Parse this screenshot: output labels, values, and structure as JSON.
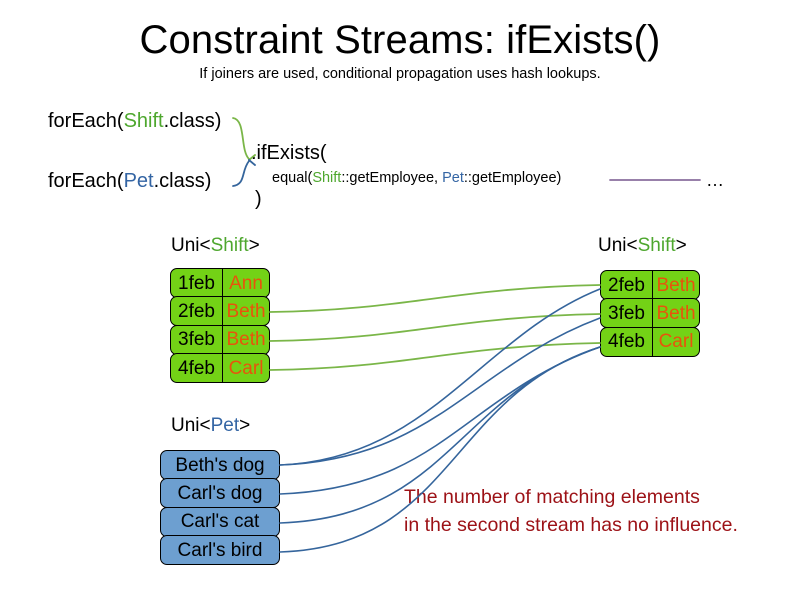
{
  "header": {
    "title": "Constraint Streams: ifExists()",
    "subtitle": "If joiners are used, conditional propagation uses hash lookups."
  },
  "code": {
    "line_shift_prefix": "forEach(",
    "line_shift_type": "Shift",
    "line_shift_suffix": ".class)",
    "line_pet_prefix": "forEach(",
    "line_pet_type": "Pet",
    "line_pet_suffix": ".class)",
    "if_exists": ".ifExists(",
    "equal_prefix": "equal(",
    "equal_type_a": "Shift",
    "equal_mid": "::getEmployee, ",
    "equal_type_b": "Pet",
    "equal_suffix": "::getEmployee)",
    "close_paren": ")",
    "ellipsis": "…"
  },
  "captions": {
    "left_shift_prefix": "Uni<",
    "left_shift_type": "Shift",
    "left_shift_suffix": ">",
    "right_shift_prefix": "Uni<",
    "right_shift_type": "Shift",
    "right_shift_suffix": ">",
    "pet_prefix": "Uni<",
    "pet_type": "Pet",
    "pet_suffix": ">"
  },
  "left_shift_stream": [
    {
      "date": "1feb",
      "name": "Ann"
    },
    {
      "date": "2feb",
      "name": "Beth"
    },
    {
      "date": "3feb",
      "name": "Beth"
    },
    {
      "date": "4feb",
      "name": "Carl"
    }
  ],
  "right_shift_stream": [
    {
      "date": "2feb",
      "name": "Beth"
    },
    {
      "date": "3feb",
      "name": "Beth"
    },
    {
      "date": "4feb",
      "name": "Carl"
    }
  ],
  "pet_stream": [
    {
      "label": "Beth's dog"
    },
    {
      "label": "Carl's dog"
    },
    {
      "label": "Carl's cat"
    },
    {
      "label": "Carl's bird"
    }
  ],
  "annotation": {
    "line1": "The number of matching elements",
    "line2": "in the second stream has no influence."
  },
  "colors": {
    "shift_green": "#73d216",
    "pet_blue": "#6d9fd0",
    "name_orange": "#e8540c",
    "type_green": "#4ea72e",
    "type_blue": "#3465a4",
    "annotation_red": "#9c1116",
    "wire_green": "#7ab648",
    "wire_blue": "#35659c",
    "joiner_line_purple": "#8a6f9e"
  }
}
